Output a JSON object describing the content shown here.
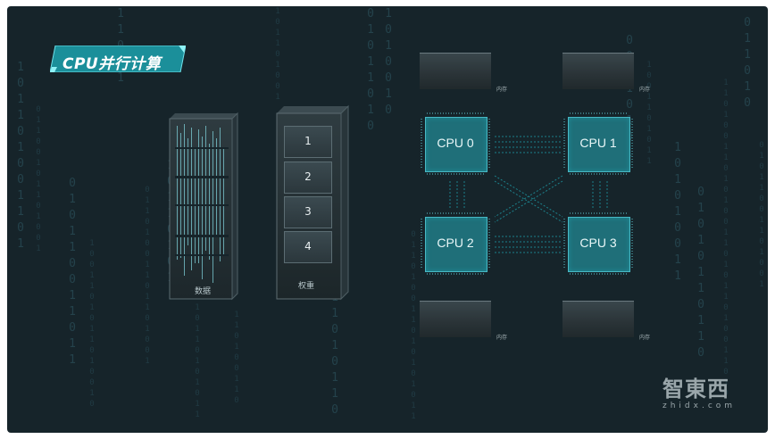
{
  "title": "CPU并行计算",
  "data_panel": {
    "label": "数据"
  },
  "weight_panel": {
    "label": "权重",
    "slots": [
      "1",
      "2",
      "3",
      "4"
    ]
  },
  "cpus": [
    "CPU 0",
    "CPU 1",
    "CPU 2",
    "CPU 3"
  ],
  "memory_label": "内存",
  "watermark": {
    "text": "智東西",
    "sub": "zhidx.com"
  },
  "colors": {
    "background": "#16242a",
    "accent": "#1fa3b0",
    "chip": "#1f6f79"
  }
}
